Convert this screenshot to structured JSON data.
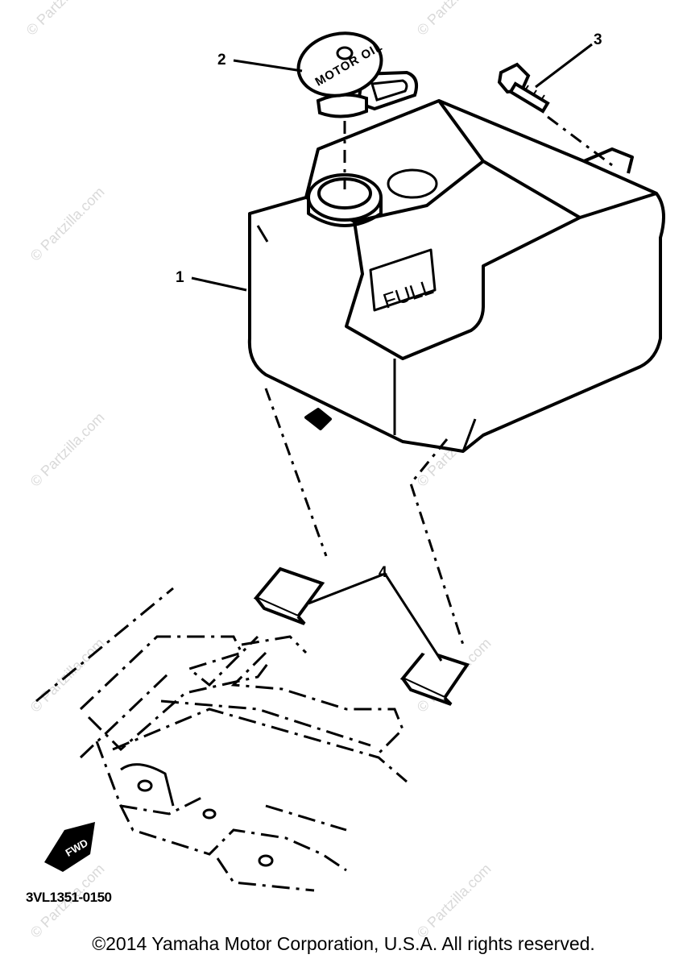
{
  "diagram": {
    "callouts": [
      {
        "id": "1",
        "label": "1"
      },
      {
        "id": "2",
        "label": "2"
      },
      {
        "id": "3",
        "label": "3"
      },
      {
        "id": "4",
        "label": "4"
      }
    ],
    "cap_text": "MOTOR OIL",
    "tank_marking": "FULL",
    "front_arrow_label": "FWD",
    "drawing_code": "3VL1351-0150",
    "watermark": "© Partzilla.com",
    "copyright": "©2014 Yamaha Motor Corporation, U.S.A. All rights reserved."
  }
}
